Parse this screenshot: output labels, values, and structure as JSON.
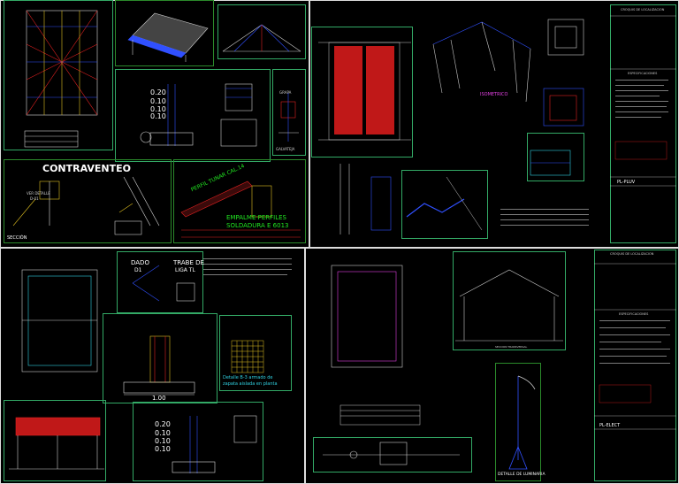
{
  "labels": {
    "contraviento": "CONTRAVENTEO",
    "seccion": "SECCIÓN",
    "perfil_top": "PERFIL TUNAR CAL.14",
    "empalme_1": "EMPALME PERFILES",
    "empalme_2": "SOLDADURA E 6013",
    "isometrico": "ISOMETRICO",
    "grupo_dado": "DADO",
    "grupo_dado_sub": "D1",
    "grupo_trabe": "TRABE DE",
    "grupo_trabe_sub": "LIGA TL",
    "dim_top_1": "0.20",
    "dim_top_2": "0.10",
    "dim_top_3": "0.10",
    "dim_top_4": "0.10",
    "dim_bot_1": "0.20",
    "dim_bot_2": "0.10",
    "dim_bot_3": "0.10",
    "dim_bot_4": "0.10",
    "dim_width": "1.00",
    "detalle_b": "Detalle B-3 armado de",
    "detalle_b2": "zapata aislada en planta",
    "croquis_1": "CROQUIS DE LOCALIZACION",
    "especif_1": "ESPECIFICACIONES",
    "plano_1": "PL-PLUV",
    "croquis_2": "CROQUIS DE LOCALIZACION",
    "especif_2": "ESPECIFICACIONES",
    "plano_2": "PL-ELECT",
    "detalle_luminaria": "DETALLE DE LUMINARIA",
    "seccion_transversal": "SECCION TRANSVERSAL",
    "grapa": "GRAPA",
    "galvateja": "GALVATEJA",
    "viga_detalle": "VER DETALLE",
    "viga_detalle2": "D-01"
  },
  "colors": {
    "border": "#3a6",
    "green": "#21e621",
    "red": "#e02020",
    "blue": "#3050ff",
    "magenta": "#e040e0",
    "yellow": "#e0c020",
    "cyan": "#30d0e0"
  }
}
